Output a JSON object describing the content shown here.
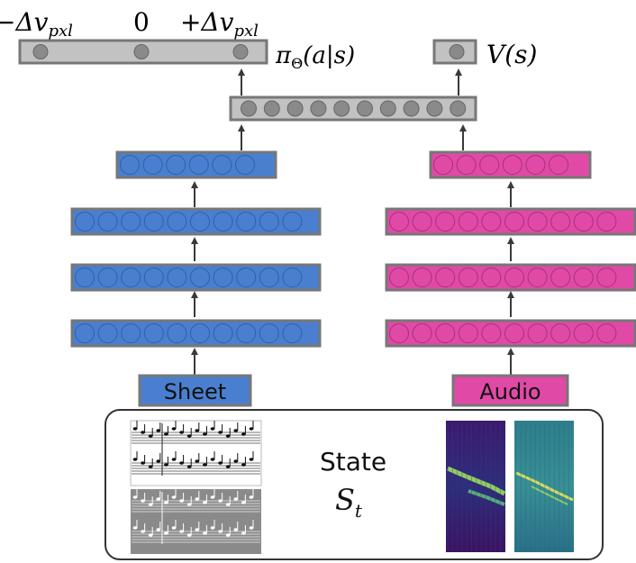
{
  "top_labels": {
    "neg": "−Δv",
    "neg_sub": "pxl",
    "zero": "0",
    "pos": "+Δv",
    "pos_sub": "pxl"
  },
  "heads": {
    "policy_label": "π",
    "policy_sub": "Θ",
    "policy_arg": "(a|s)",
    "value_label": "V(s)"
  },
  "inputs": {
    "sheet": "Sheet",
    "audio": "Audio"
  },
  "state": {
    "word": "State",
    "symbol": "S",
    "symbol_sub": "t"
  },
  "colors": {
    "sheet_layer": "#4a7fd0",
    "audio_layer": "#e04aa6",
    "shared_layer": "#c2c2c2",
    "layer_border": "#777777",
    "arrow": "#3a3a3a"
  }
}
